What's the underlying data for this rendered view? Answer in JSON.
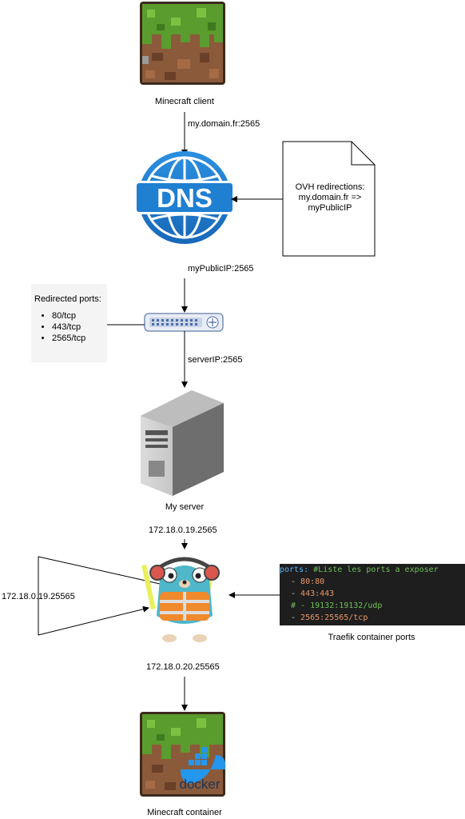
{
  "nodes": {
    "minecraft_client": {
      "label": "Minecraft client"
    },
    "dns": {
      "icon_text": "DNS"
    },
    "ovh_note": {
      "line1": "OVH redirections:",
      "line2": "my.domain.fr =>",
      "line3": "myPublicIP"
    },
    "router_note": {
      "title": "Redirected ports:",
      "ports": [
        "80/tcp",
        "443/tcp",
        "2565/tcp"
      ]
    },
    "server": {
      "label": "My server"
    },
    "traefik": {
      "label": "Traefik container ports"
    },
    "minecraft_container": {
      "label": "Minecraft container",
      "docker_text": "docker"
    }
  },
  "edges": {
    "client_to_dns": "my.domain.fr:2565",
    "dns_to_router": "myPublicIP:2565",
    "router_to_server": "serverIP:2565",
    "server_to_traefik": "172.18.0.19.2565",
    "traefik_loop": "172.18.0.19.25565",
    "traefik_to_container": "172.18.0.20.25565"
  },
  "code": {
    "key": "ports:",
    "comment": "#Liste les ports a exposer",
    "lines": [
      {
        "dash": "- ",
        "value": "80:80",
        "style": "str"
      },
      {
        "dash": "- ",
        "value": "443:443",
        "style": "str"
      },
      {
        "dash": "# ",
        "value": "- 19132:19132/udp",
        "style": "comment"
      },
      {
        "dash": "- ",
        "value": "2565:25565/tcp",
        "style": "str"
      }
    ]
  },
  "colors": {
    "dns_blue": "#1f7fd1",
    "grass": "#5a9c2e",
    "dirt": "#8b5a3a",
    "code_bg": "#1e1e1e"
  }
}
